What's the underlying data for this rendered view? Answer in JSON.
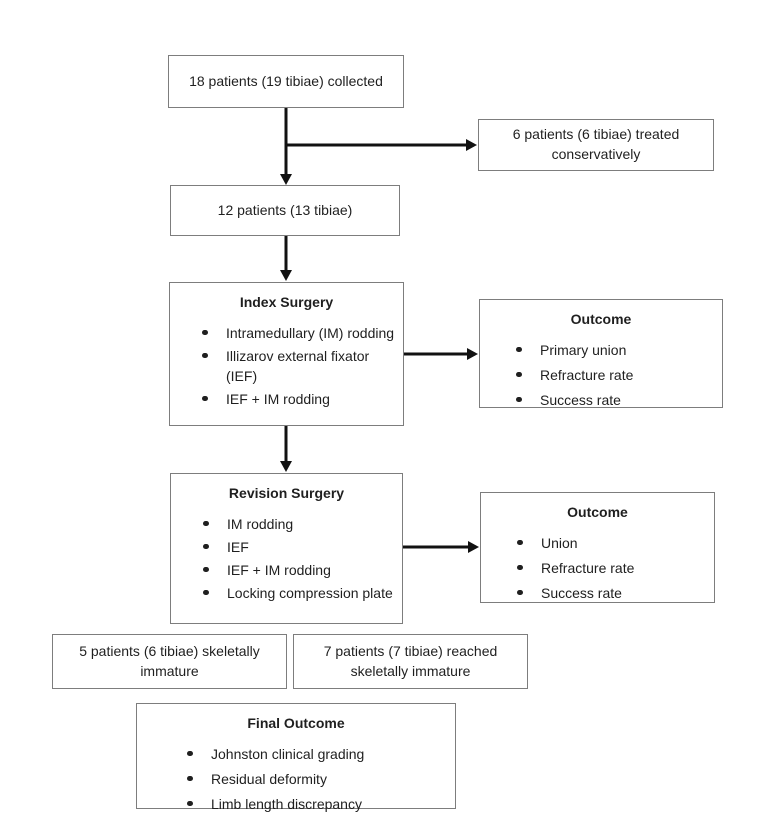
{
  "diagram": {
    "collected": {
      "text": "18 patients (19 tibiae) collected"
    },
    "conservative": {
      "text": "6 patients (6 tibiae) treated conservatively"
    },
    "twelve": {
      "text": "12 patients (13 tibiae)"
    },
    "index_surgery": {
      "title": "Index Surgery",
      "items": [
        "Intramedullary (IM) rodding",
        "Illizarov external fixator (IEF)",
        "IEF + IM rodding"
      ]
    },
    "outcome_index": {
      "title": "Outcome",
      "items": [
        "Primary union",
        "Refracture rate",
        "Success rate"
      ]
    },
    "revision_surgery": {
      "title": "Revision Surgery",
      "items": [
        "IM rodding",
        "IEF",
        "IEF + IM rodding",
        "Locking compression plate"
      ]
    },
    "outcome_revision": {
      "title": "Outcome",
      "items": [
        "Union",
        "Refracture rate",
        "Success rate"
      ]
    },
    "immature": {
      "text": "5 patients (6 tibiae) skeletally immature"
    },
    "mature": {
      "text": "7 patients (7 tibiae) reached skeletally immature"
    },
    "final_outcome": {
      "title": "Final Outcome",
      "items": [
        "Johnston clinical grading",
        "Residual deformity",
        "Limb length discrepancy"
      ]
    }
  },
  "colors": {
    "background": "#ffffff",
    "box_border": "#7d7d7d",
    "arrow": "#111111",
    "text": "#1f1f1f"
  }
}
